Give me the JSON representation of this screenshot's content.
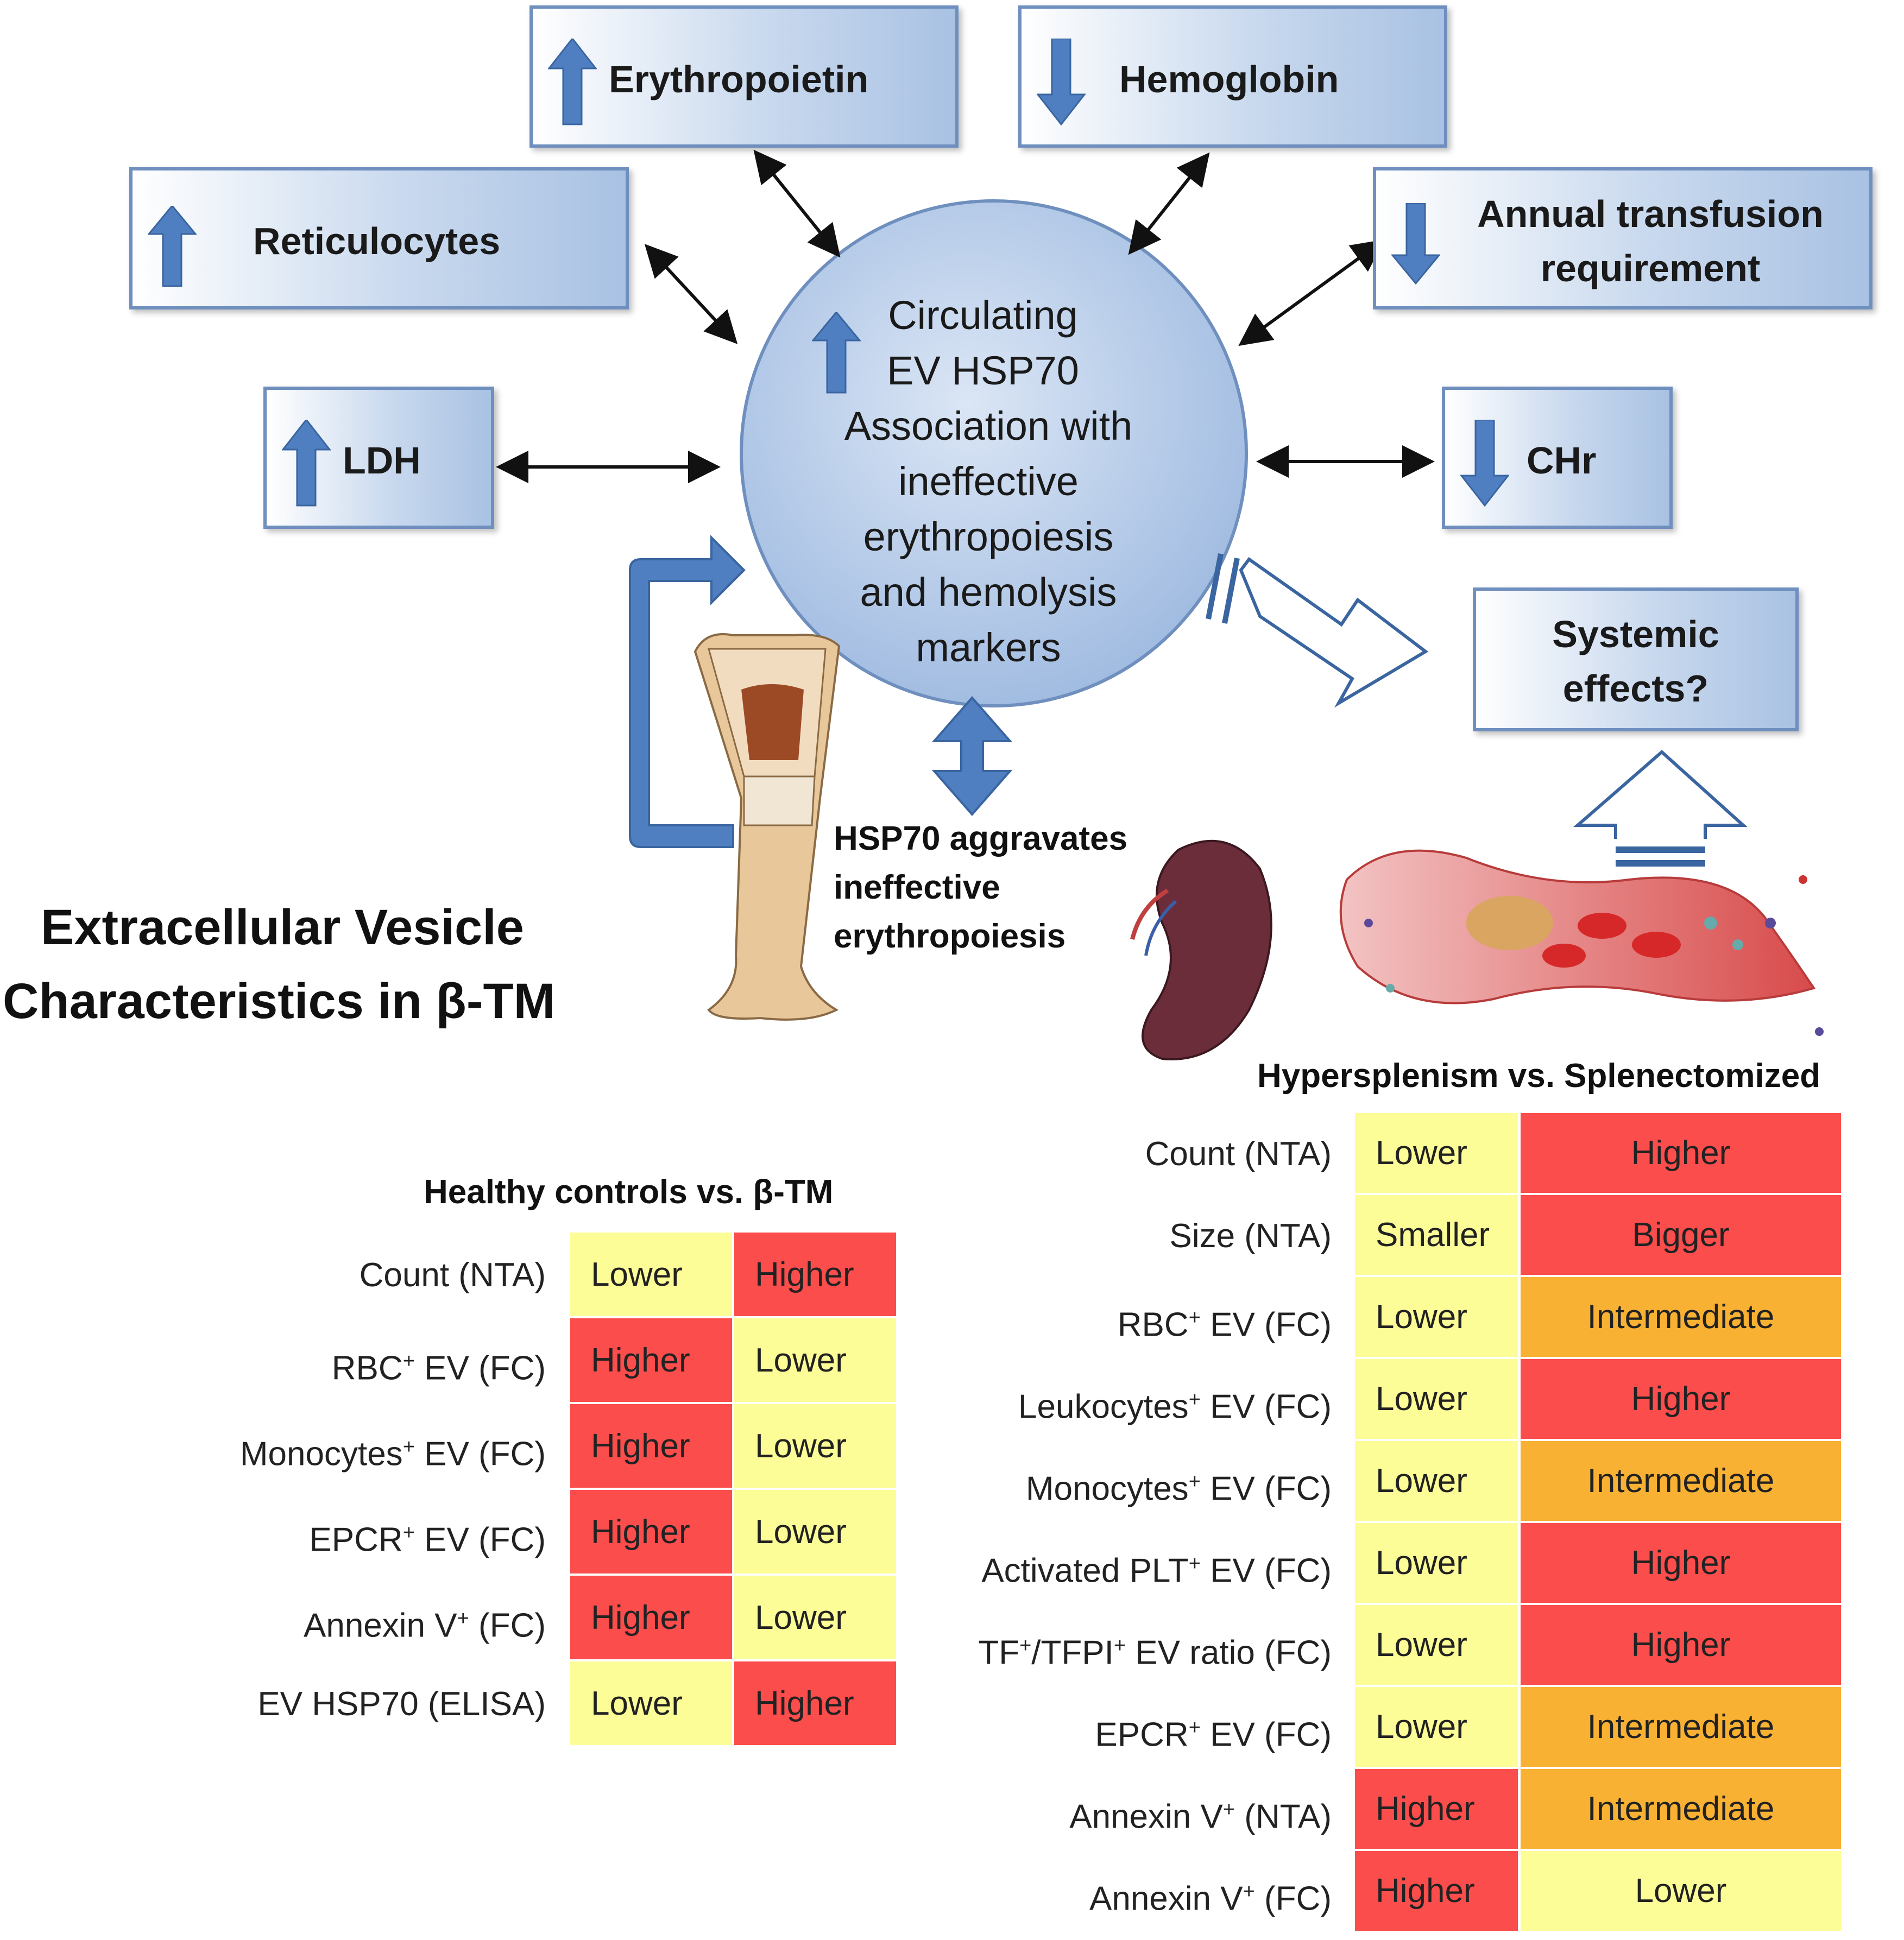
{
  "colors": {
    "higher": "#fb4d4c",
    "lower": "#fdfd97",
    "intermediate": "#f8b133",
    "box_border": "#6f8fbe",
    "arrow_blue": "#4f7fc0",
    "circle_fill": "#b6cbe8"
  },
  "boxes": {
    "erythropoietin": {
      "label": "Erythropoietin",
      "arrow": "up-arrow"
    },
    "hemoglobin": {
      "label": "Hemoglobin",
      "arrow": "down-arrow"
    },
    "reticulocytes": {
      "label": "Reticulocytes",
      "arrow": "up-arrow"
    },
    "annual_transfusion": {
      "line1": "Annual transfusion",
      "line2": "requirement",
      "arrow": "down-arrow"
    },
    "ldh": {
      "label": "LDH",
      "arrow": "up-arrow"
    },
    "chr": {
      "label": "CHr",
      "arrow": "down-arrow"
    },
    "systemic": {
      "line1": "Systemic",
      "line2": "effects?"
    }
  },
  "center": {
    "line1": "Circulating",
    "line2": "EV HSP70",
    "line3": "Association with",
    "line4": "ineffective",
    "line5": "erythropoiesis",
    "line6": "and hemolysis",
    "line7": "markers"
  },
  "hsp70_note": {
    "line1": "HSP70 aggravates",
    "line2": "ineffective",
    "line3": "erythropoiesis"
  },
  "heading": {
    "line1": "Extracellular Vesicle",
    "line2": "Characteristics in β-TM"
  },
  "table_left": {
    "title": "Healthy controls vs. β-TM",
    "rows": [
      {
        "label": "Count (NTA)",
        "sup": "",
        "suffix": "",
        "a": "Lower",
        "b": "Higher"
      },
      {
        "label": "RBC",
        "sup": "+",
        "suffix": " EV (FC)",
        "a": "Higher",
        "b": "Lower"
      },
      {
        "label": "Monocytes",
        "sup": "+",
        "suffix": " EV (FC)",
        "a": "Higher",
        "b": "Lower"
      },
      {
        "label": "EPCR",
        "sup": "+",
        "suffix": " EV (FC)",
        "a": "Higher",
        "b": "Lower"
      },
      {
        "label": "Annexin V",
        "sup": "+",
        "suffix": " (FC)",
        "a": "Higher",
        "b": "Lower"
      },
      {
        "label": "EV HSP70 (ELISA)",
        "sup": "",
        "suffix": "",
        "a": "Lower",
        "b": "Higher"
      }
    ]
  },
  "table_right": {
    "title": "Hypersplenism vs. Splenectomized",
    "rows": [
      {
        "label": "Count (NTA)",
        "sup": "",
        "suffix": "",
        "a": "Lower",
        "b": "Higher"
      },
      {
        "label": "Size (NTA)",
        "sup": "",
        "suffix": "",
        "a": "Smaller",
        "b": "Bigger"
      },
      {
        "label": "RBC",
        "sup": "+",
        "suffix": " EV (FC)",
        "a": "Lower",
        "b": "Intermediate"
      },
      {
        "label": "Leukocytes",
        "sup": "+",
        "suffix": "  EV (FC)",
        "a": "Lower",
        "b": "Higher"
      },
      {
        "label": "Monocytes",
        "sup": "+",
        "suffix": " EV (FC)",
        "a": "Lower",
        "b": "Intermediate"
      },
      {
        "label": "Activated PLT",
        "sup": "+",
        "suffix": " EV (FC)",
        "a": "Lower",
        "b": "Higher"
      },
      {
        "label": "TF",
        "sup": "+",
        "suffix": "/TFPI",
        "sup2": "+",
        "suffix2": " EV ratio (FC)",
        "a": "Lower",
        "b": "Higher"
      },
      {
        "label": "EPCR",
        "sup": "+",
        "suffix": " EV (FC)",
        "a": "Lower",
        "b": "Intermediate"
      },
      {
        "label": "Annexin V",
        "sup": "+",
        "suffix": " (NTA)",
        "a": "Higher",
        "b": "Intermediate"
      },
      {
        "label": "Annexin V",
        "sup": "+",
        "suffix": " (FC)",
        "a": "Higher",
        "b": "Lower"
      }
    ]
  }
}
